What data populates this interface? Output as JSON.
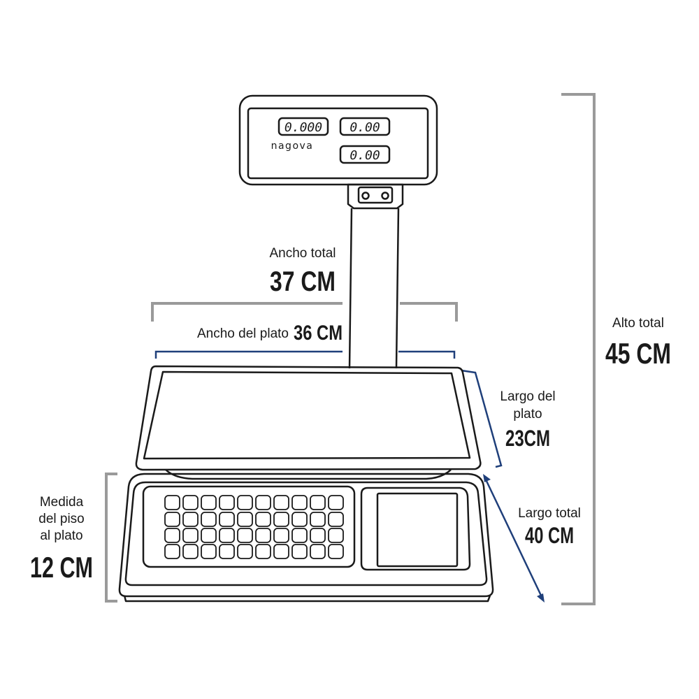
{
  "display": {
    "brand": "nagova",
    "readout_weight": "0.000",
    "readout_price": "0.00",
    "readout_total": "0.00"
  },
  "dimensions": {
    "ancho_total": {
      "label": "Ancho total",
      "value": "37 CM"
    },
    "ancho_plato": {
      "label": "Ancho del plato",
      "value": "36 CM"
    },
    "alto_total": {
      "label": "Alto total",
      "value": "45 CM"
    },
    "largo_plato": {
      "label_line1": "Largo del",
      "label_line2": "plato",
      "value": "23CM"
    },
    "largo_total": {
      "label": "Largo total",
      "value": "40 CM"
    },
    "medida_piso": {
      "label_line1": "Medida",
      "label_line2": "del piso",
      "label_line3": "al plato",
      "value": "12 CM"
    }
  },
  "colors": {
    "gray_bracket": "#9a9a9a",
    "blue_line": "#1f3f7a",
    "outline": "#1a1a1a"
  }
}
